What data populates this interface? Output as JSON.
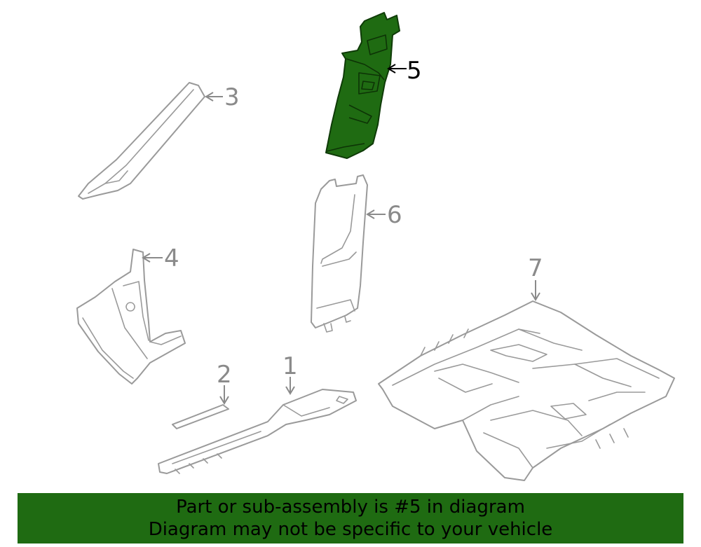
{
  "colors": {
    "highlight": "#1f6b12",
    "banner": "#1f6b12",
    "outline": "#9a9a9a"
  },
  "callouts": [
    {
      "id": "1",
      "label": "1",
      "highlighted": false
    },
    {
      "id": "2",
      "label": "2",
      "highlighted": false
    },
    {
      "id": "3",
      "label": "3",
      "highlighted": false
    },
    {
      "id": "4",
      "label": "4",
      "highlighted": false
    },
    {
      "id": "5",
      "label": "5",
      "highlighted": true
    },
    {
      "id": "6",
      "label": "6",
      "highlighted": false
    },
    {
      "id": "7",
      "label": "7",
      "highlighted": false
    }
  ],
  "banner": {
    "line1": "Part or sub-assembly is #5 in diagram",
    "line2": "Diagram may not be specific to your vehicle"
  }
}
